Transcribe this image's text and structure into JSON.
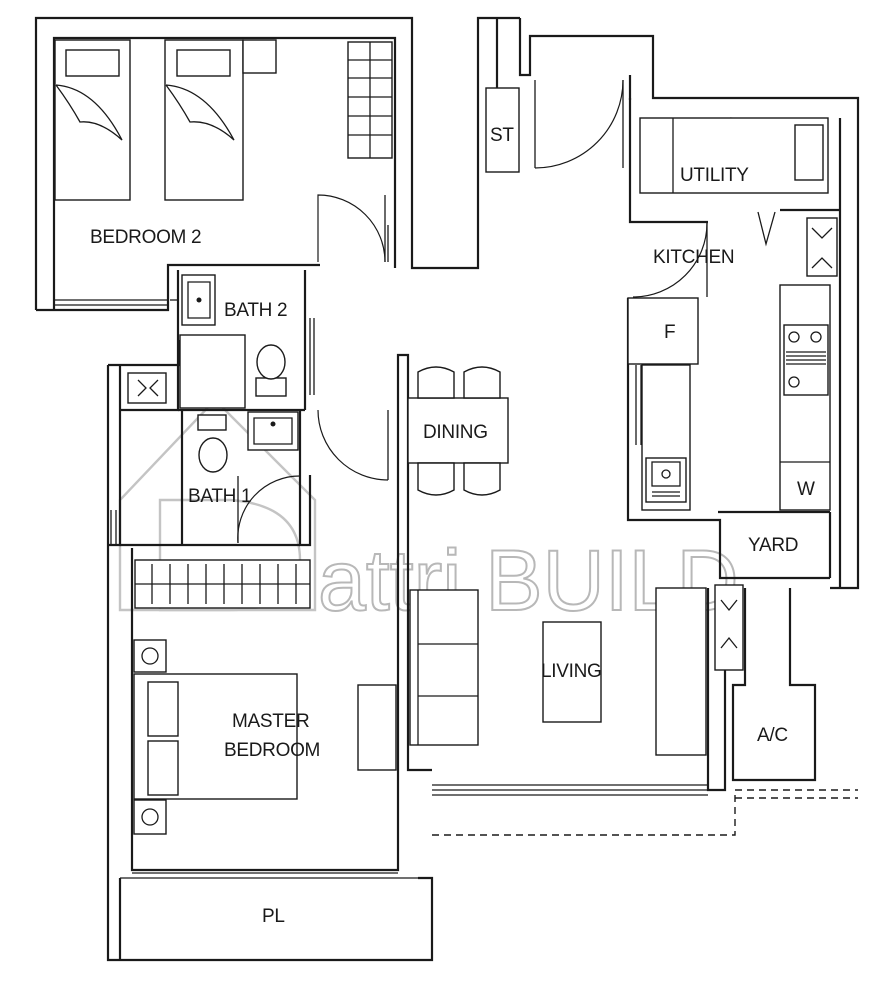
{
  "rooms": {
    "bedroom2": "BEDROOM 2",
    "bath2": "BATH 2",
    "bath1": "BATH 1",
    "master": [
      "MASTER",
      "BEDROOM"
    ],
    "pl": "PL",
    "st": "ST",
    "utility": "UTILITY",
    "kitchen": "KITCHEN",
    "fridge": "F",
    "dining": "DINING",
    "washer": "W",
    "yard": "YARD",
    "living": "LIVING",
    "ac": "A/C"
  },
  "watermark": "attri.BUILD"
}
